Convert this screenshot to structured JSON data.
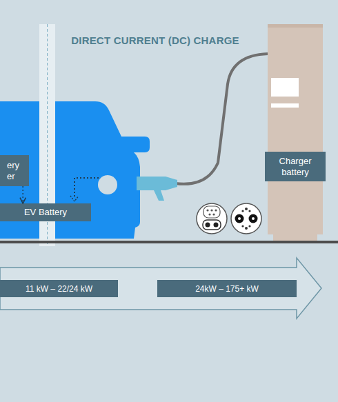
{
  "diagram": {
    "title": "DIRECT CURRENT (DC) CHARGE",
    "nodes": [
      {
        "text": [
          "ery er"
        ]
      },
      {
        "text": [
          "EV Battery"
        ]
      },
      {
        "text": [
          "Charger battery"
        ]
      },
      {
        "text": [
          "11 kW – 22/24 kW"
        ]
      },
      {
        "text": [
          "24kW – 175+ kW"
        ]
      }
    ],
    "edges": [
      {
        "from": 0,
        "to": 1,
        "arrow": "to"
      }
    ]
  }
}
